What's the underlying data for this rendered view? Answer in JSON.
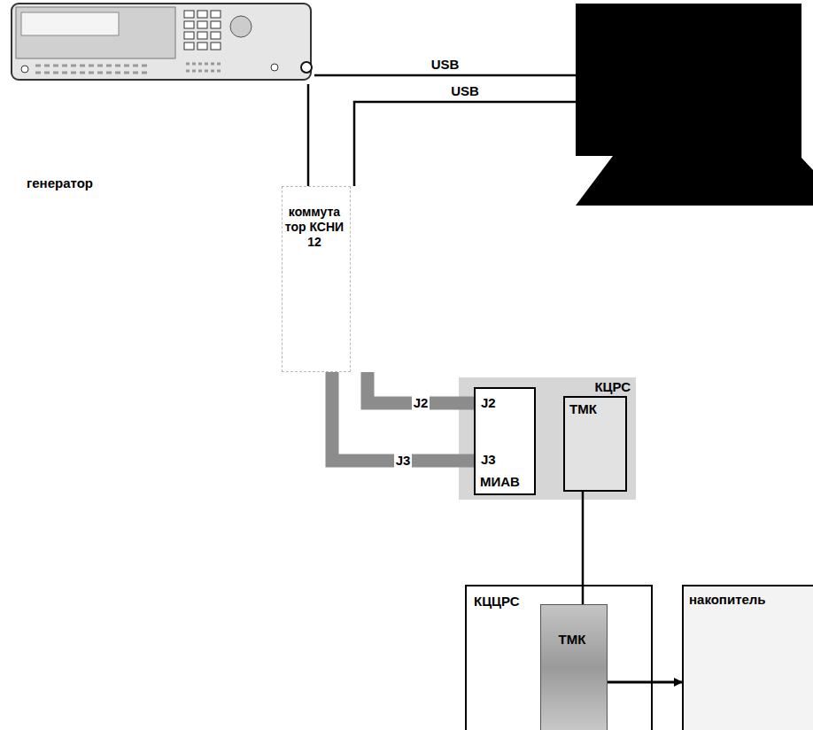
{
  "diagram": {
    "nodes": [
      {
        "text": [
          "генератор"
        ]
      },
      {
        "text": []
      },
      {
        "text": [
          "коммута тор КСНИ 12"
        ]
      },
      {
        "text": [
          "КЦРС"
        ]
      },
      {
        "text": [
          "J2",
          "J3",
          "МИАВ"
        ],
        "in": 3
      },
      {
        "text": [
          "ТМК"
        ],
        "in": 3
      },
      {
        "text": [
          "КЦЦРС"
        ]
      },
      {
        "text": [
          "ТМК"
        ],
        "in": 6
      },
      {
        "text": [
          "накопитель"
        ]
      }
    ],
    "edges": [
      {
        "from": 0,
        "to": 1,
        "arrow": "none",
        "label": "USB"
      },
      {
        "from": 2,
        "to": 1,
        "arrow": "none",
        "label": "USB"
      },
      {
        "from": 0,
        "to": 2,
        "arrow": "none"
      },
      {
        "from": 2,
        "to": 4,
        "arrow": "none",
        "label": "J2"
      },
      {
        "from": 2,
        "to": 4,
        "arrow": "none",
        "label": "J3"
      },
      {
        "from": 5,
        "to": 7,
        "arrow": "none"
      },
      {
        "from": 7,
        "to": 8,
        "arrow": "to"
      }
    ]
  }
}
